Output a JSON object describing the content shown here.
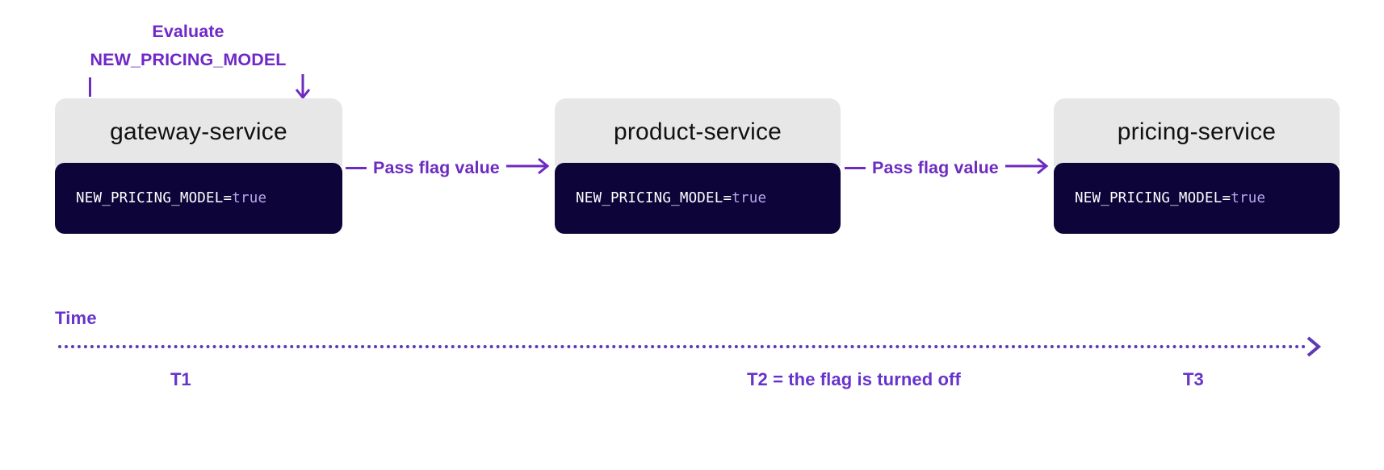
{
  "colors": {
    "purple_primary": "#6d2bbf",
    "purple_label": "#6633cc",
    "header_bg": "#e7e7e7",
    "code_bg": "#0d0439",
    "code_key": "#ffffff",
    "code_value": "#b9a6ec",
    "background": "#ffffff"
  },
  "annotation": {
    "line1": "Evaluate",
    "line2": "NEW_PRICING_MODEL"
  },
  "services": [
    {
      "id": "gateway",
      "name": "gateway-service",
      "code": {
        "key": "NEW_PRICING_MODEL",
        "equals": " = ",
        "value": "true"
      }
    },
    {
      "id": "product",
      "name": "product-service",
      "code": {
        "key": "NEW_PRICING_MODEL",
        "equals": " = ",
        "value": "true"
      }
    },
    {
      "id": "pricing",
      "name": "pricing-service",
      "code": {
        "key": "NEW_PRICING_MODEL",
        "equals": " = ",
        "value": "true"
      }
    }
  ],
  "connectors": [
    {
      "id": "conn-1",
      "label": "Pass flag value"
    },
    {
      "id": "conn-2",
      "label": "Pass flag value"
    }
  ],
  "timeline": {
    "label": "Time",
    "ticks": [
      {
        "id": "t1",
        "label": "T1"
      },
      {
        "id": "t2",
        "label": "T2 = the flag is turned off"
      },
      {
        "id": "t3",
        "label": "T3"
      }
    ]
  }
}
